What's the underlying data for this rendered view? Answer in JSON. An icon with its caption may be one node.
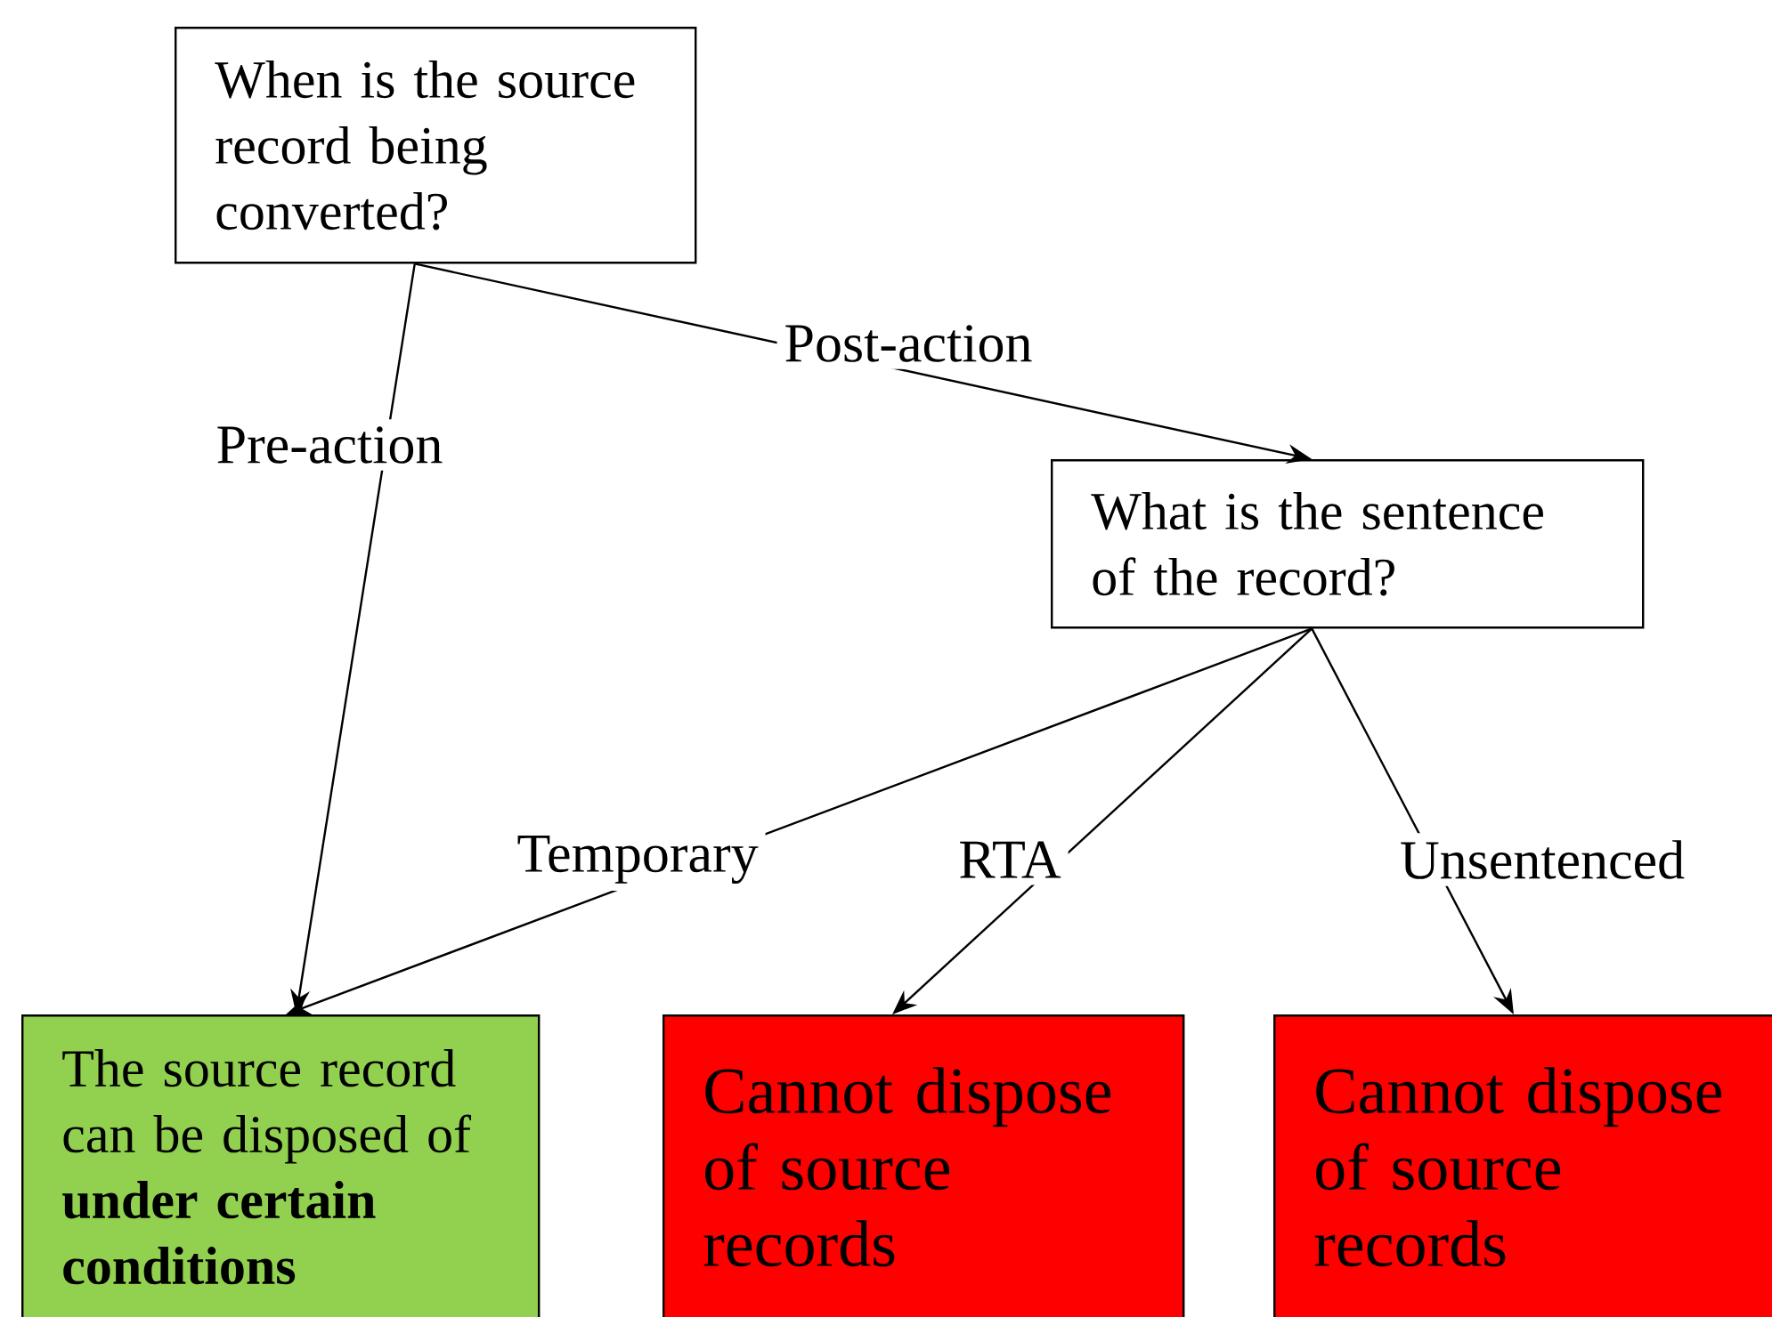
{
  "diagram": {
    "nodes": [
      {
        "text": [
          "When is the source record being converted?"
        ]
      },
      {
        "text": [
          "What is the sentence of the record?"
        ]
      },
      {
        "text": [
          "The source record can be disposed of **under certain conditions**"
        ]
      },
      {
        "text": [
          "Cannot dispose of source records"
        ]
      },
      {
        "text": [
          "Cannot dispose of source records"
        ]
      }
    ],
    "edges": [
      {
        "from": 0,
        "to": 2,
        "arrow": "to",
        "label": "Pre-action"
      },
      {
        "from": 0,
        "to": 1,
        "arrow": "to",
        "label": "Post-action"
      },
      {
        "from": 1,
        "to": 2,
        "arrow": "to",
        "label": "Temporary"
      },
      {
        "from": 1,
        "to": 3,
        "arrow": "to",
        "label": "RTA"
      },
      {
        "from": 1,
        "to": 4,
        "arrow": "to",
        "label": "Unsentenced"
      }
    ]
  }
}
